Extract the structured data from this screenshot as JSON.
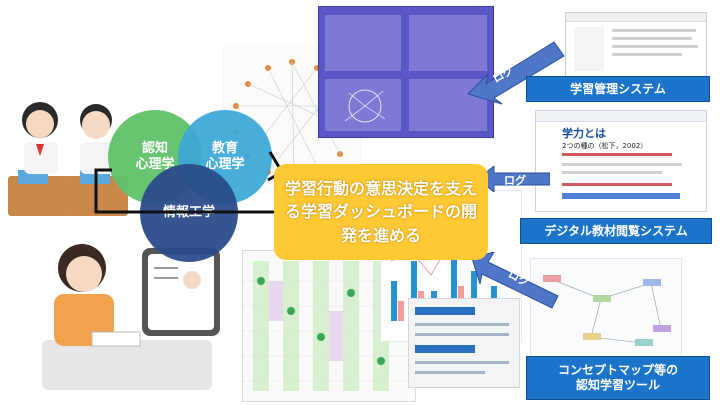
{
  "venn": {
    "cognitive": "認知\n心理学",
    "education": "教育\n心理学",
    "informatics": "情報工学"
  },
  "message": "学習行動の意思決定を支える学習ダッシュボードの開発を進める",
  "systems": {
    "lms": "学習管理システム",
    "viewer": "デジタル教材閲覧システム",
    "conceptmap": "コンセプトマップ等の\n認知学習ツール"
  },
  "arrows": {
    "log1": "ログ",
    "log2": "ログ",
    "log3": "ログ"
  },
  "viewer_screen": {
    "title": "学力とは",
    "line1": "2つの種の（松下，2002）"
  },
  "colors": {
    "system_blue": "#1b74c9",
    "message_yellow": "#ffc933",
    "venn_green": "#5fc26a",
    "venn_teal": "#3aa6d6",
    "venn_navy": "#2a4b8a"
  }
}
